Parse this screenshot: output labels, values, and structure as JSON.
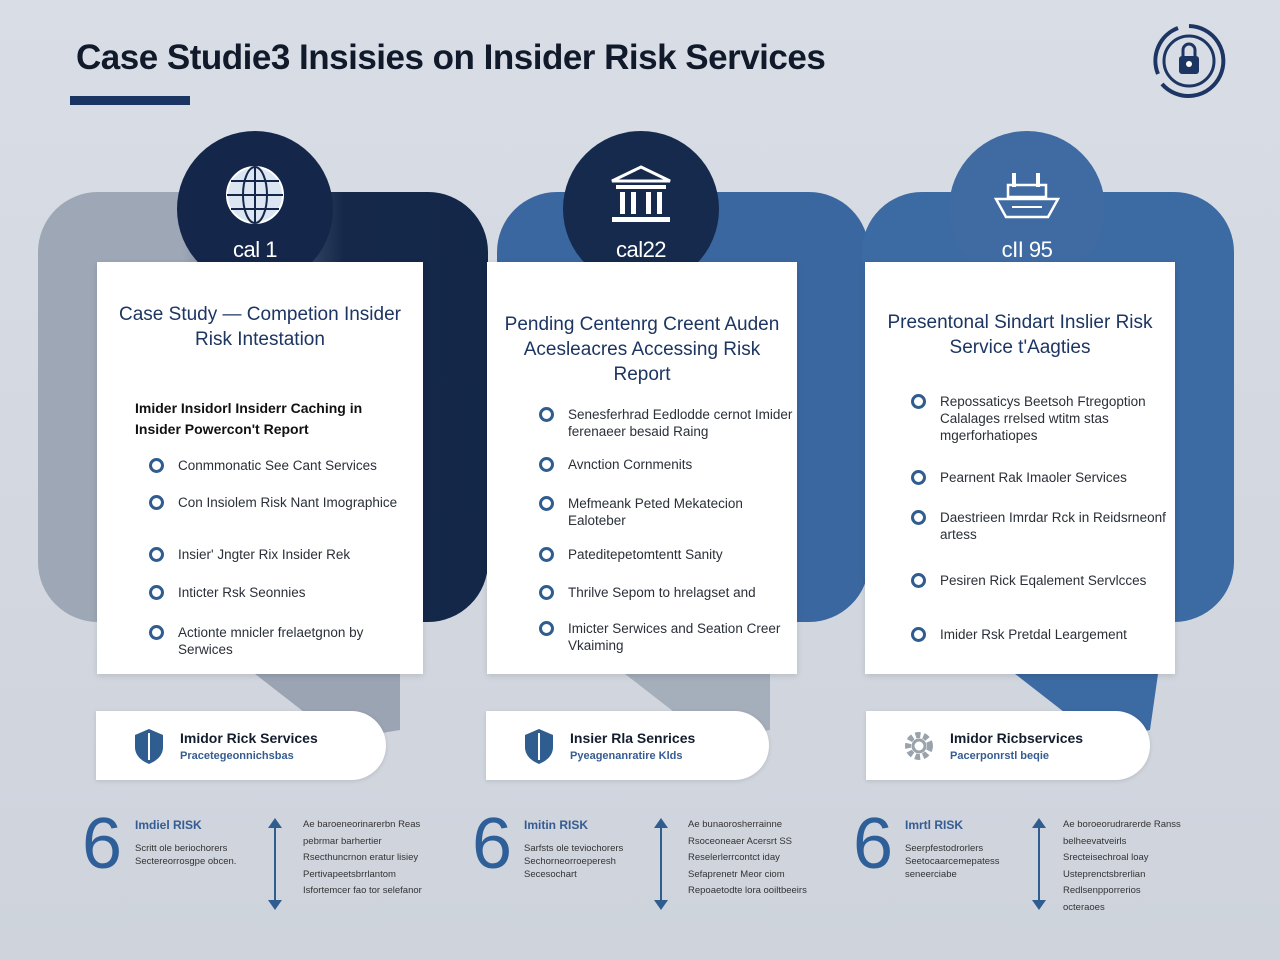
{
  "header": {
    "title": "Case Studie3 Insisies on Insider Risk Services"
  },
  "columns": [
    {
      "circle_label": "cal 1",
      "card_title": "Case Study — Competion Insider Risk Intestation",
      "card_sub": "Imider Insidorl Insiderr Caching in Insider Powercon't Report",
      "items": [
        "Conmmonatic See Cant Services",
        "Con Insiolem Risk Nant Imographice",
        "Insier' Jngter Rix Insider Rek",
        "Inticter Rsk Seonnies",
        "Actionte mnicler frelaetgnon by Serwices"
      ],
      "pill_title": "Imidor Rick Services",
      "pill_sub": "Pracetegeonnichsbas",
      "footer_title": "Imdiel RISK",
      "footer_small": "Scritt ole beriochorers Sectereorrosgpe obcen.",
      "footer_desc": "Ae baroeneorinarerbn Reas pebrmar barhertier Rsecthuncrnon eratur lisiey Pertivapeetsbrrlantom Isfortemcer fao tor selefanor"
    },
    {
      "circle_label": "cal22",
      "card_title": "Pending Centenrg Creent Auden Acesleacres Accessing Risk Report",
      "items": [
        "Senesferhrad Eedlodde cernot Imider ferenaeer besaid Raing",
        "Avnction Cornmenits",
        "Mefmeank Peted Mekatecion Ealoteber",
        "Pateditepetomtentt Sanity",
        "Thrilve Sepom to hrelagset and",
        "Imicter Serwices and Seation Creer Vkaiming"
      ],
      "pill_title": "Insier Rla Senrices",
      "pill_sub": "Pyeagenanratire Klds",
      "footer_title": "Imitin RISK",
      "footer_small": "Sarfsts ole teviochorers Sechorneorroeperesh Secesochart",
      "footer_desc": "Ae bunaorosherrainne Rsoceoneaer Acersrt SS Reselerlerrcontct iday Sefaprenetr Meor ciom Repoaetodte lora ooiltbeeirs"
    },
    {
      "circle_label": "cII 95",
      "card_title": "Presentonal Sindart Inslier Risk Service t'Aagties",
      "items": [
        "Repossaticys Beetsoh Ftregoption Calalages rrelsed wtitm stas mgerforhatiopes",
        "Pearnent Rak Imaoler Services",
        "Daestrieen Imrdar Rck in Reidsrneonf artess",
        "Pesiren Rick Eqalement Servlcces",
        "Imider Rsk Pretdal Leargement"
      ],
      "pill_title": "Imidor Ricbservices",
      "pill_sub": "Pacerponrstl beqie",
      "footer_title": "Imrtl RISK",
      "footer_small": "Seerpfestodrorlers Seetocaarcemepatess seneerciabe",
      "footer_desc": "Ae boroeorudrarerde Ranss belheevatveirls Srecteisechroal loay Usteprenctsbrerlian Redlsenpporrerios octeraoes"
    }
  ],
  "colors": {
    "navy": "#14274a",
    "blue": "#3c6aa2",
    "accent": "#2f5d8f"
  },
  "icons": [
    "globe-icon",
    "bank-icon",
    "ship-icon",
    "shield-icon",
    "gear-icon",
    "double-arrow-icon",
    "lock-person-icon"
  ]
}
